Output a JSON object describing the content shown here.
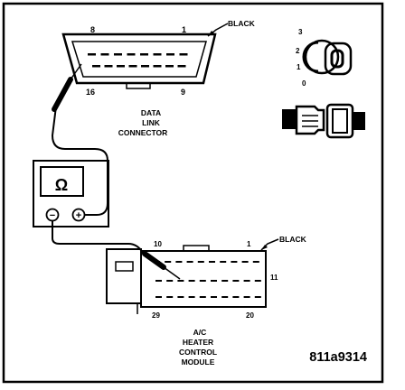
{
  "dlc": {
    "pin_top_left": "8",
    "pin_top_right": "1",
    "pin_bottom_left": "16",
    "pin_bottom_right": "9",
    "color": "BLACK",
    "label_line1": "DATA",
    "label_line2": "LINK",
    "label_line3": "CONNECTOR"
  },
  "ignition": {
    "positions": [
      "3",
      "2",
      "1",
      "0"
    ]
  },
  "module": {
    "pin_top_left": "10",
    "pin_top_right": "1",
    "pin_right": "11",
    "pin_bottom_left": "29",
    "pin_bottom_right": "20",
    "color": "BLACK",
    "label_line1": "A/C",
    "label_line2": "HEATER",
    "label_line3": "CONTROL",
    "label_line4": "MODULE"
  },
  "meter": {
    "symbol": "Ω",
    "minus": "−",
    "plus": "+"
  },
  "figure_code": "811a9314"
}
